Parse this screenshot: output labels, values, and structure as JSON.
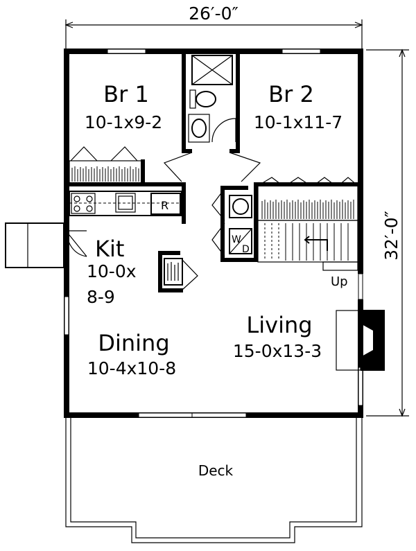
{
  "title": "Floor plan",
  "dimensions": {
    "width": "26′-0″",
    "depth": "32′-0″"
  },
  "rooms": {
    "br1": {
      "name": "Br 1",
      "size": "10-1x9-2"
    },
    "br2": {
      "name": "Br 2",
      "size": "10-1x11-7"
    },
    "kit": {
      "name": "Kit",
      "size_line1": "10-0x",
      "size_line2": "8-9"
    },
    "dining": {
      "name": "Dining",
      "size": "10-4x10-8"
    },
    "living": {
      "name": "Living",
      "size": "15-0x13-3"
    },
    "deck": {
      "name": "Deck"
    }
  },
  "fixtures": {
    "washer_dryer_w": "W",
    "washer_dryer_d": "D",
    "refrigerator": "R",
    "stairs": "Up"
  }
}
